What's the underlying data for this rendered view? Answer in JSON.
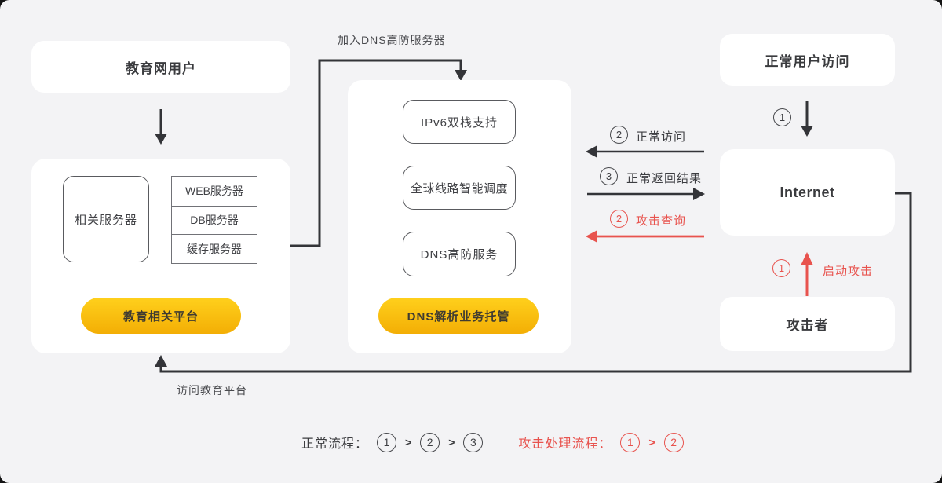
{
  "colors": {
    "background": "#f3f3f5",
    "card": "#ffffff",
    "line_dark": "#333438",
    "accent_red": "#e8534e",
    "pill_yellow_top": "#ffd01c",
    "pill_yellow_bottom": "#f3ae05"
  },
  "left": {
    "top_box": "教育网用户",
    "servers_box": "相关服务器",
    "server_list": [
      "WEB服务器",
      "DB服务器",
      "缓存服务器"
    ],
    "platform_pill": "教育相关平台"
  },
  "middle": {
    "join_label": "加入DNS高防服务器",
    "features": [
      "IPv6双栈支持",
      "全球线路智能调度",
      "DNS高防服务"
    ],
    "pill": "DNS解析业务托管"
  },
  "right": {
    "normal_user_box": "正常用户访问",
    "internet_box": "Internet",
    "attacker_box": "攻击者"
  },
  "flows": {
    "user_to_internet": {
      "num": "1"
    },
    "normal_access": {
      "num": "2",
      "label": "正常访问"
    },
    "normal_return": {
      "num": "3",
      "label": "正常返回结果"
    },
    "attack_query": {
      "num": "2",
      "label": "攻击查询"
    },
    "launch_attack": {
      "num": "1",
      "label": "启动攻击"
    },
    "return_label": "访问教育平台"
  },
  "legend": {
    "normal_label": "正常流程：",
    "normal_steps": [
      "1",
      "2",
      "3"
    ],
    "attack_label": "攻击处理流程：",
    "attack_steps": [
      "1",
      "2"
    ],
    "separator": ">"
  }
}
